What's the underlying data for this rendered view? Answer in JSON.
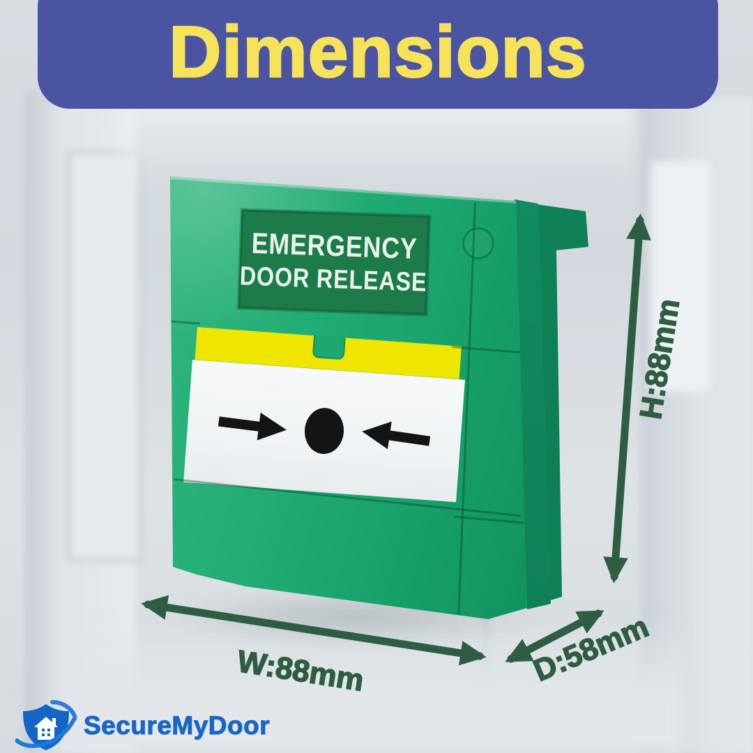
{
  "title": "Dimensions",
  "device": {
    "label_line1": "EMERGENCY",
    "label_line2": "DOOR RELEASE"
  },
  "dimensions": {
    "height": "H:88mm",
    "width": "W:88mm",
    "depth": "D:58mm"
  },
  "logo": {
    "text": "SecureMyDoor"
  },
  "colors": {
    "banner_bg": "#4A54A0",
    "title_text": "#F6E35B",
    "device_green": "#1FA76F",
    "device_green_dark": "#0F7A52",
    "label_plate": "#1D7B4A",
    "label_text": "#E7F2EB",
    "strip_yellow": "#EFE600",
    "panel_white": "#F4F7F8",
    "marker_black": "#141414",
    "dim_arrow": "#2F5D41",
    "logo_blue": "#1866C6",
    "background": "#D8DDE2"
  }
}
